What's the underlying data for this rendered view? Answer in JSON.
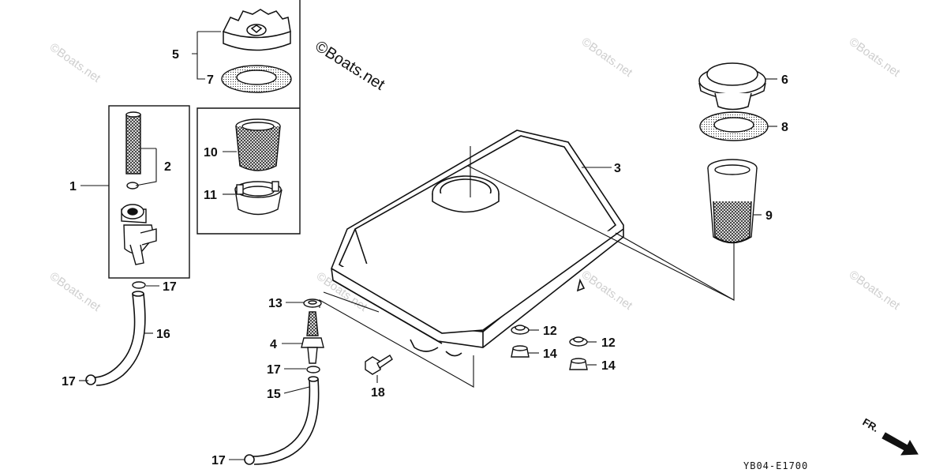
{
  "copyright": "©Boats.net",
  "watermark": "©Boats.net",
  "diagram_code": "YB04-E1700",
  "direction_label": "FR.",
  "callouts": {
    "c1": "1",
    "c2": "2",
    "c3": "3",
    "c4": "4",
    "c5": "5",
    "c6": "6",
    "c7": "7",
    "c8": "8",
    "c9": "9",
    "c10": "10",
    "c11": "11",
    "c12a": "12",
    "c12b": "12",
    "c13": "13",
    "c14a": "14",
    "c14b": "14",
    "c15": "15",
    "c16": "16",
    "c17a": "17",
    "c17b": "17",
    "c17c": "17",
    "c17d": "17",
    "c18": "18"
  }
}
